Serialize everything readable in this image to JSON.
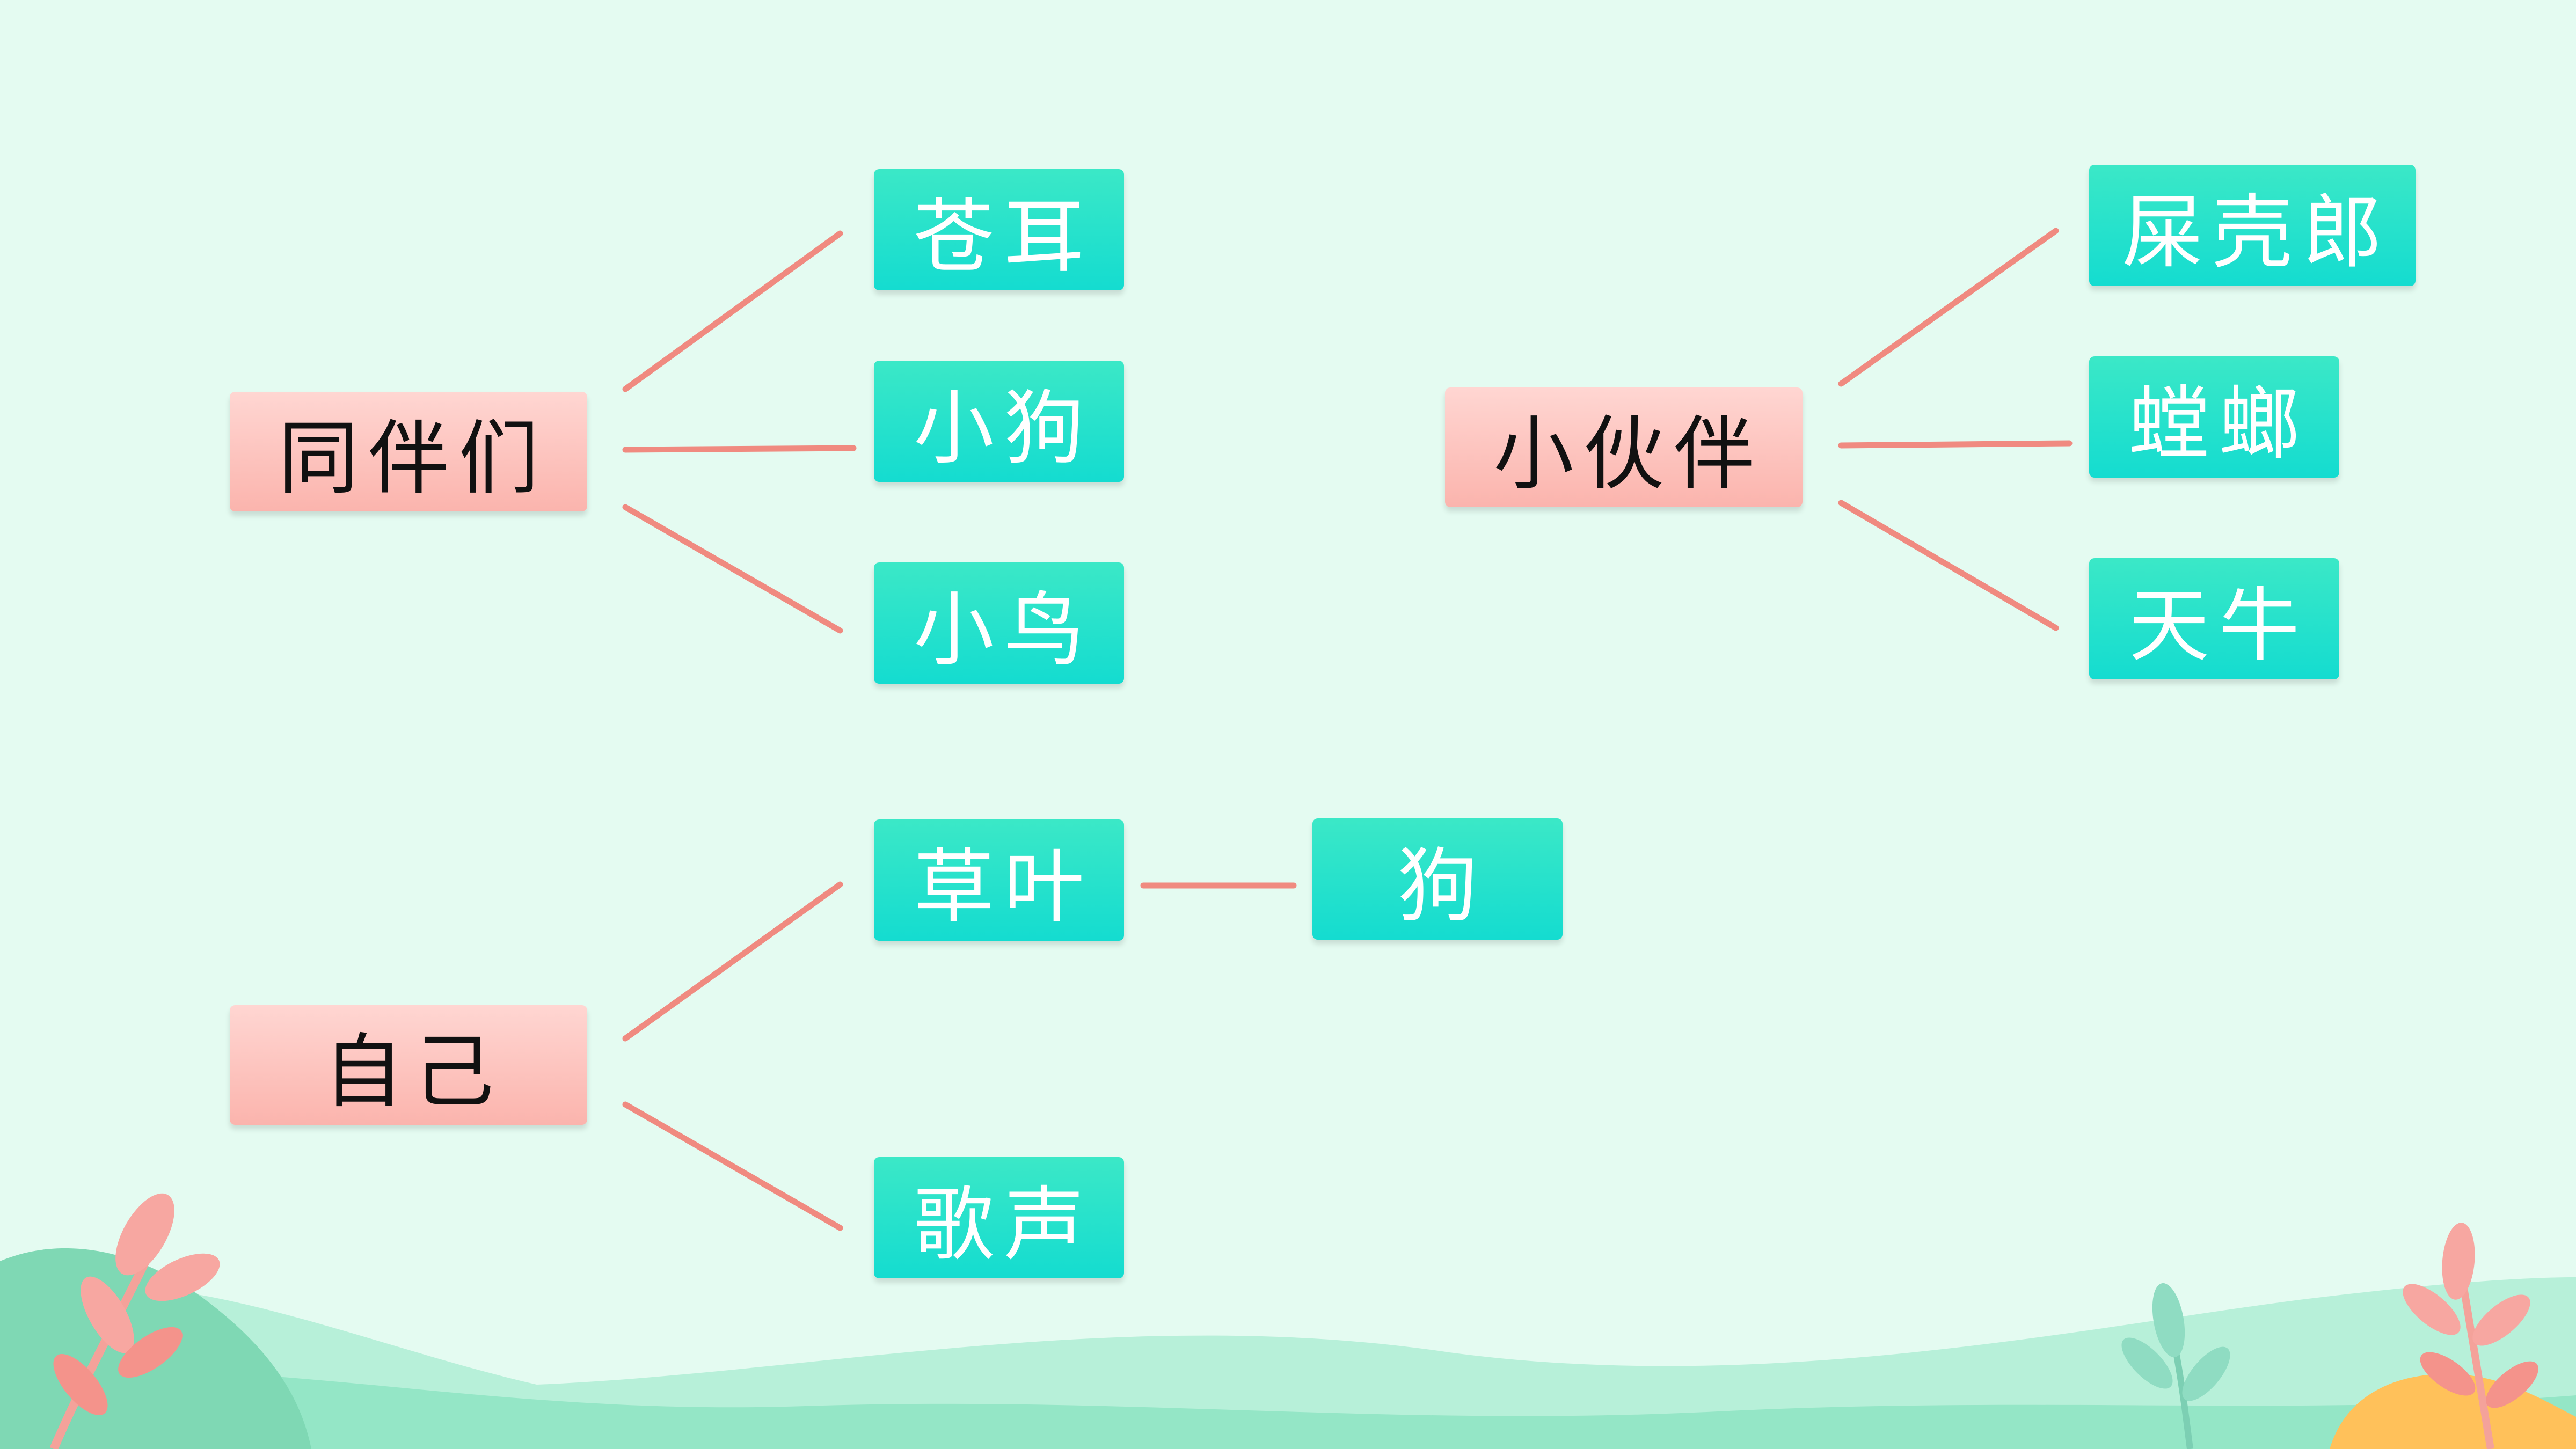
{
  "colors": {
    "background": "#e4fbf1",
    "pink_box": "#fbbdb6",
    "teal_box": "#1fe1cd",
    "connector": "#f08a80"
  },
  "groups": [
    {
      "root": "同伴们",
      "children": [
        "苍耳",
        "小狗",
        "小鸟"
      ]
    },
    {
      "root": "小伙伴",
      "children": [
        "屎壳郎",
        "螳螂",
        "天牛"
      ]
    },
    {
      "root": "自己",
      "children": [
        "草叶",
        "歌声"
      ],
      "extra": {
        "from": "草叶",
        "to": "狗"
      }
    }
  ]
}
